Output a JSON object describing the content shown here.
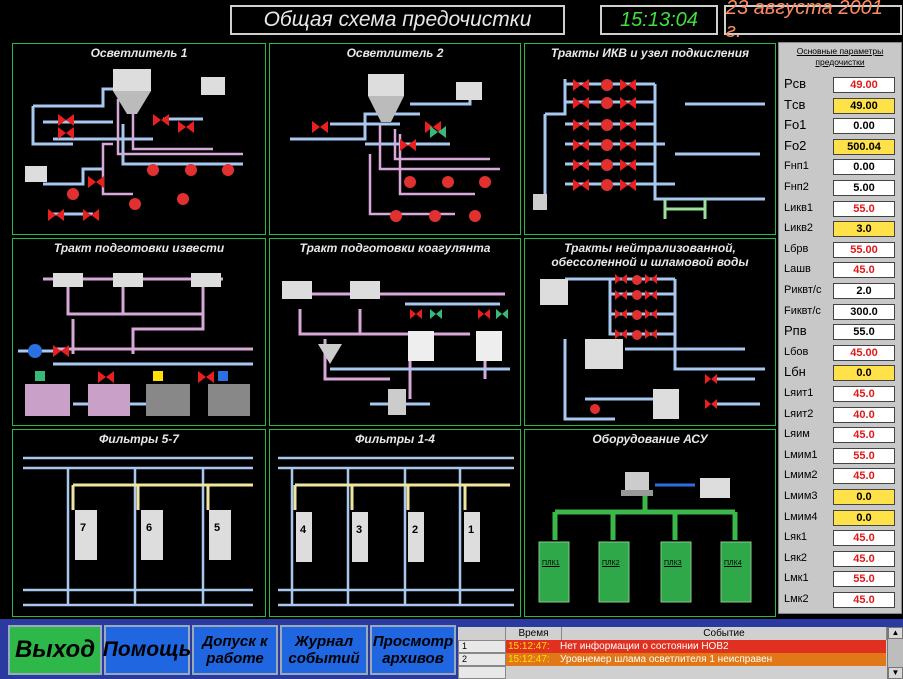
{
  "header": {
    "title": "Общая схема предочистки",
    "time": "15:13:04",
    "date": "23 августа 2001 г."
  },
  "panels": [
    {
      "title": "Осветлитель 1"
    },
    {
      "title": "Осветлитель 2"
    },
    {
      "title": "Тракты ИКВ и узел подкисления"
    },
    {
      "title": "Тракт подготовки извести"
    },
    {
      "title": "Тракт подготовки коагулянта"
    },
    {
      "title": "Тракты нейтрализованной, обессоленной и шламовой воды"
    },
    {
      "title": "Фильтры 5-7",
      "filter_labels": [
        "7",
        "6",
        "5"
      ]
    },
    {
      "title": "Фильтры 1-4",
      "filter_labels": [
        "4",
        "3",
        "2",
        "1"
      ]
    },
    {
      "title": "Оборудование АСУ",
      "cabinet_labels": [
        "ПЛК1",
        "ПЛК2",
        "ПЛК3",
        "ПЛК4"
      ]
    }
  ],
  "params": {
    "header": "Основные параметры предочистки",
    "rows": [
      {
        "label": "Pсв",
        "value": "49.00",
        "style": "red"
      },
      {
        "label": "Tсв",
        "value": "49.00",
        "style": "yel"
      },
      {
        "label": "Fо1",
        "value": "0.00",
        "style": "blk"
      },
      {
        "label": "Fо2",
        "value": "500.04",
        "style": "yel"
      },
      {
        "label": "Fнп1",
        "value": "0.00",
        "style": "blk"
      },
      {
        "label": "Fнп2",
        "value": "5.00",
        "style": "blk"
      },
      {
        "label": "Lикв1",
        "value": "55.0",
        "style": "red"
      },
      {
        "label": "Lикв2",
        "value": "3.0",
        "style": "yel"
      },
      {
        "label": "Lбрв",
        "value": "55.00",
        "style": "red"
      },
      {
        "label": "Lашв",
        "value": "45.0",
        "style": "red"
      },
      {
        "label": "Pиквт/с",
        "value": "2.0",
        "style": "blk"
      },
      {
        "label": "Fиквт/с",
        "value": "300.0",
        "style": "blk"
      },
      {
        "label": "Pпв",
        "value": "55.0",
        "style": "blk"
      },
      {
        "label": "Lбов",
        "value": "45.00",
        "style": "red"
      },
      {
        "label": "Lбн",
        "value": "0.0",
        "style": "yel"
      },
      {
        "label": "Lяит1",
        "value": "45.0",
        "style": "red"
      },
      {
        "label": "Lяит2",
        "value": "40.0",
        "style": "red"
      },
      {
        "label": "Lяим",
        "value": "45.0",
        "style": "red"
      },
      {
        "label": "Lмим1",
        "value": "55.0",
        "style": "red"
      },
      {
        "label": "Lмим2",
        "value": "45.0",
        "style": "red"
      },
      {
        "label": "Lмим3",
        "value": "0.0",
        "style": "yel"
      },
      {
        "label": "Lмим4",
        "value": "0.0",
        "style": "yel"
      },
      {
        "label": "Lяк1",
        "value": "45.0",
        "style": "red"
      },
      {
        "label": "Lяк2",
        "value": "45.0",
        "style": "red"
      },
      {
        "label": "Lмк1",
        "value": "55.0",
        "style": "red"
      },
      {
        "label": "Lмк2",
        "value": "45.0",
        "style": "red"
      }
    ]
  },
  "buttons": {
    "exit": "Выход",
    "help": "Помощь",
    "access_l1": "Допуск к",
    "access_l2": "работе",
    "journal_l1": "Журнал",
    "journal_l2": "событий",
    "archive_l1": "Просмотр",
    "archive_l2": "архивов"
  },
  "events": {
    "col_time": "Время",
    "col_event": "Событие",
    "rows": [
      {
        "num": "1",
        "time": "15:12:47:",
        "text": "Нет информации о состоянии НОВ2",
        "color": "#e03020"
      },
      {
        "num": "2",
        "time": "15:12:47:",
        "text": "Уровнемер шлама осветлителя 1 неисправен",
        "color": "#e07818"
      }
    ]
  },
  "colors": {
    "panel_border": "#29b84a",
    "pipe_blue": "#a8c8f0",
    "pipe_pink": "#d8a8d8",
    "pipe_yellow": "#f0e6a0",
    "valve_red": "#e82020",
    "pump_red": "#e03030"
  },
  "scroll": {
    "up": "▲",
    "down": "▼"
  }
}
